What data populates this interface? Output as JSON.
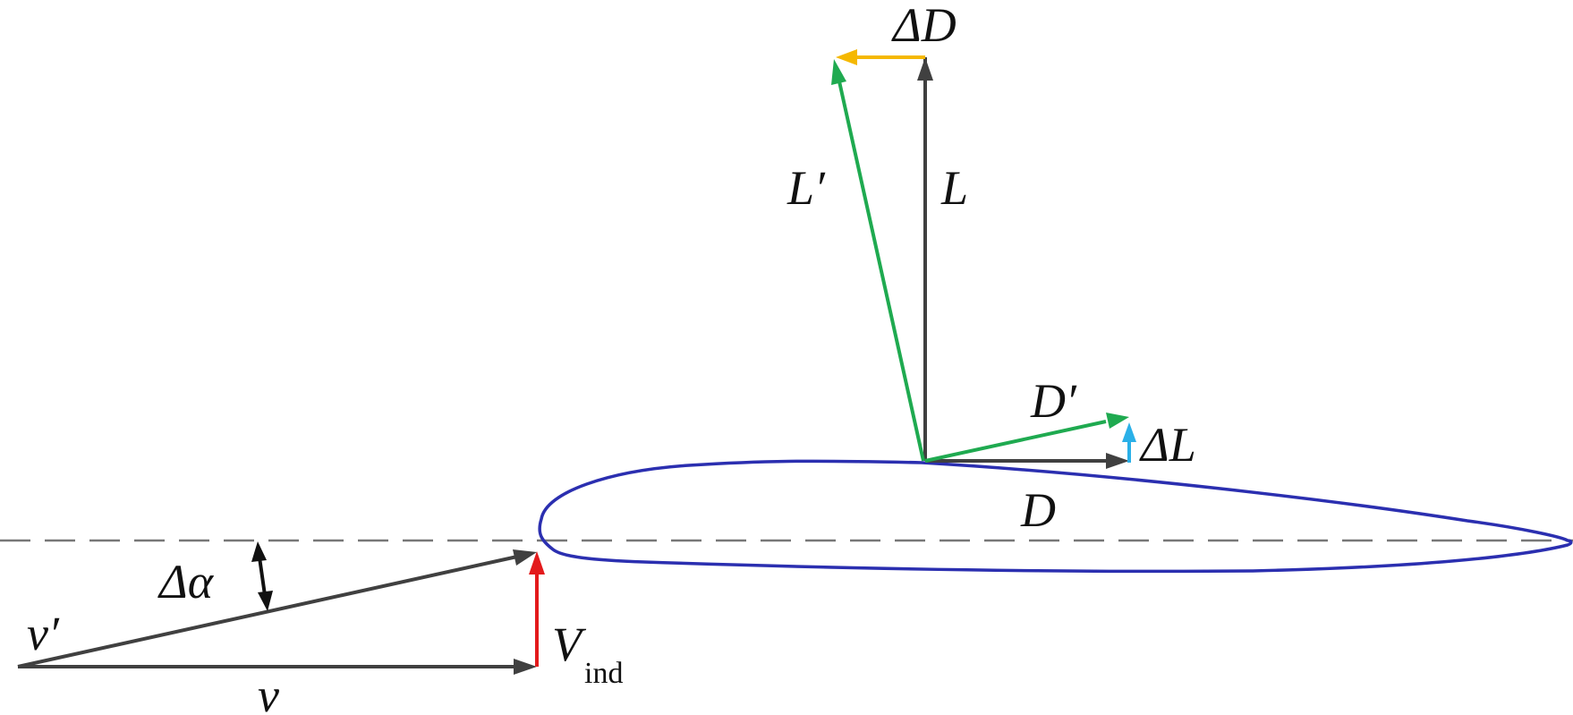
{
  "labels": {
    "delta_d": "ΔD",
    "l": "L",
    "l_prime": "L′",
    "d_prime": "D′",
    "delta_l": "ΔL",
    "d": "D",
    "delta_alpha": "Δα",
    "v_prime": "v′",
    "v": "v",
    "v_ind_main": "V",
    "v_ind_sub": "ind"
  },
  "colors": {
    "airfoil": "#2b2fb0",
    "baseline": "#777777",
    "base_vector": "#404040",
    "rotated_vector": "#1faa50",
    "induced_velocity": "#e31a1c",
    "delta_d": "#f5b800",
    "delta_l": "#2ab0e8",
    "angle_marker": "#111111"
  }
}
